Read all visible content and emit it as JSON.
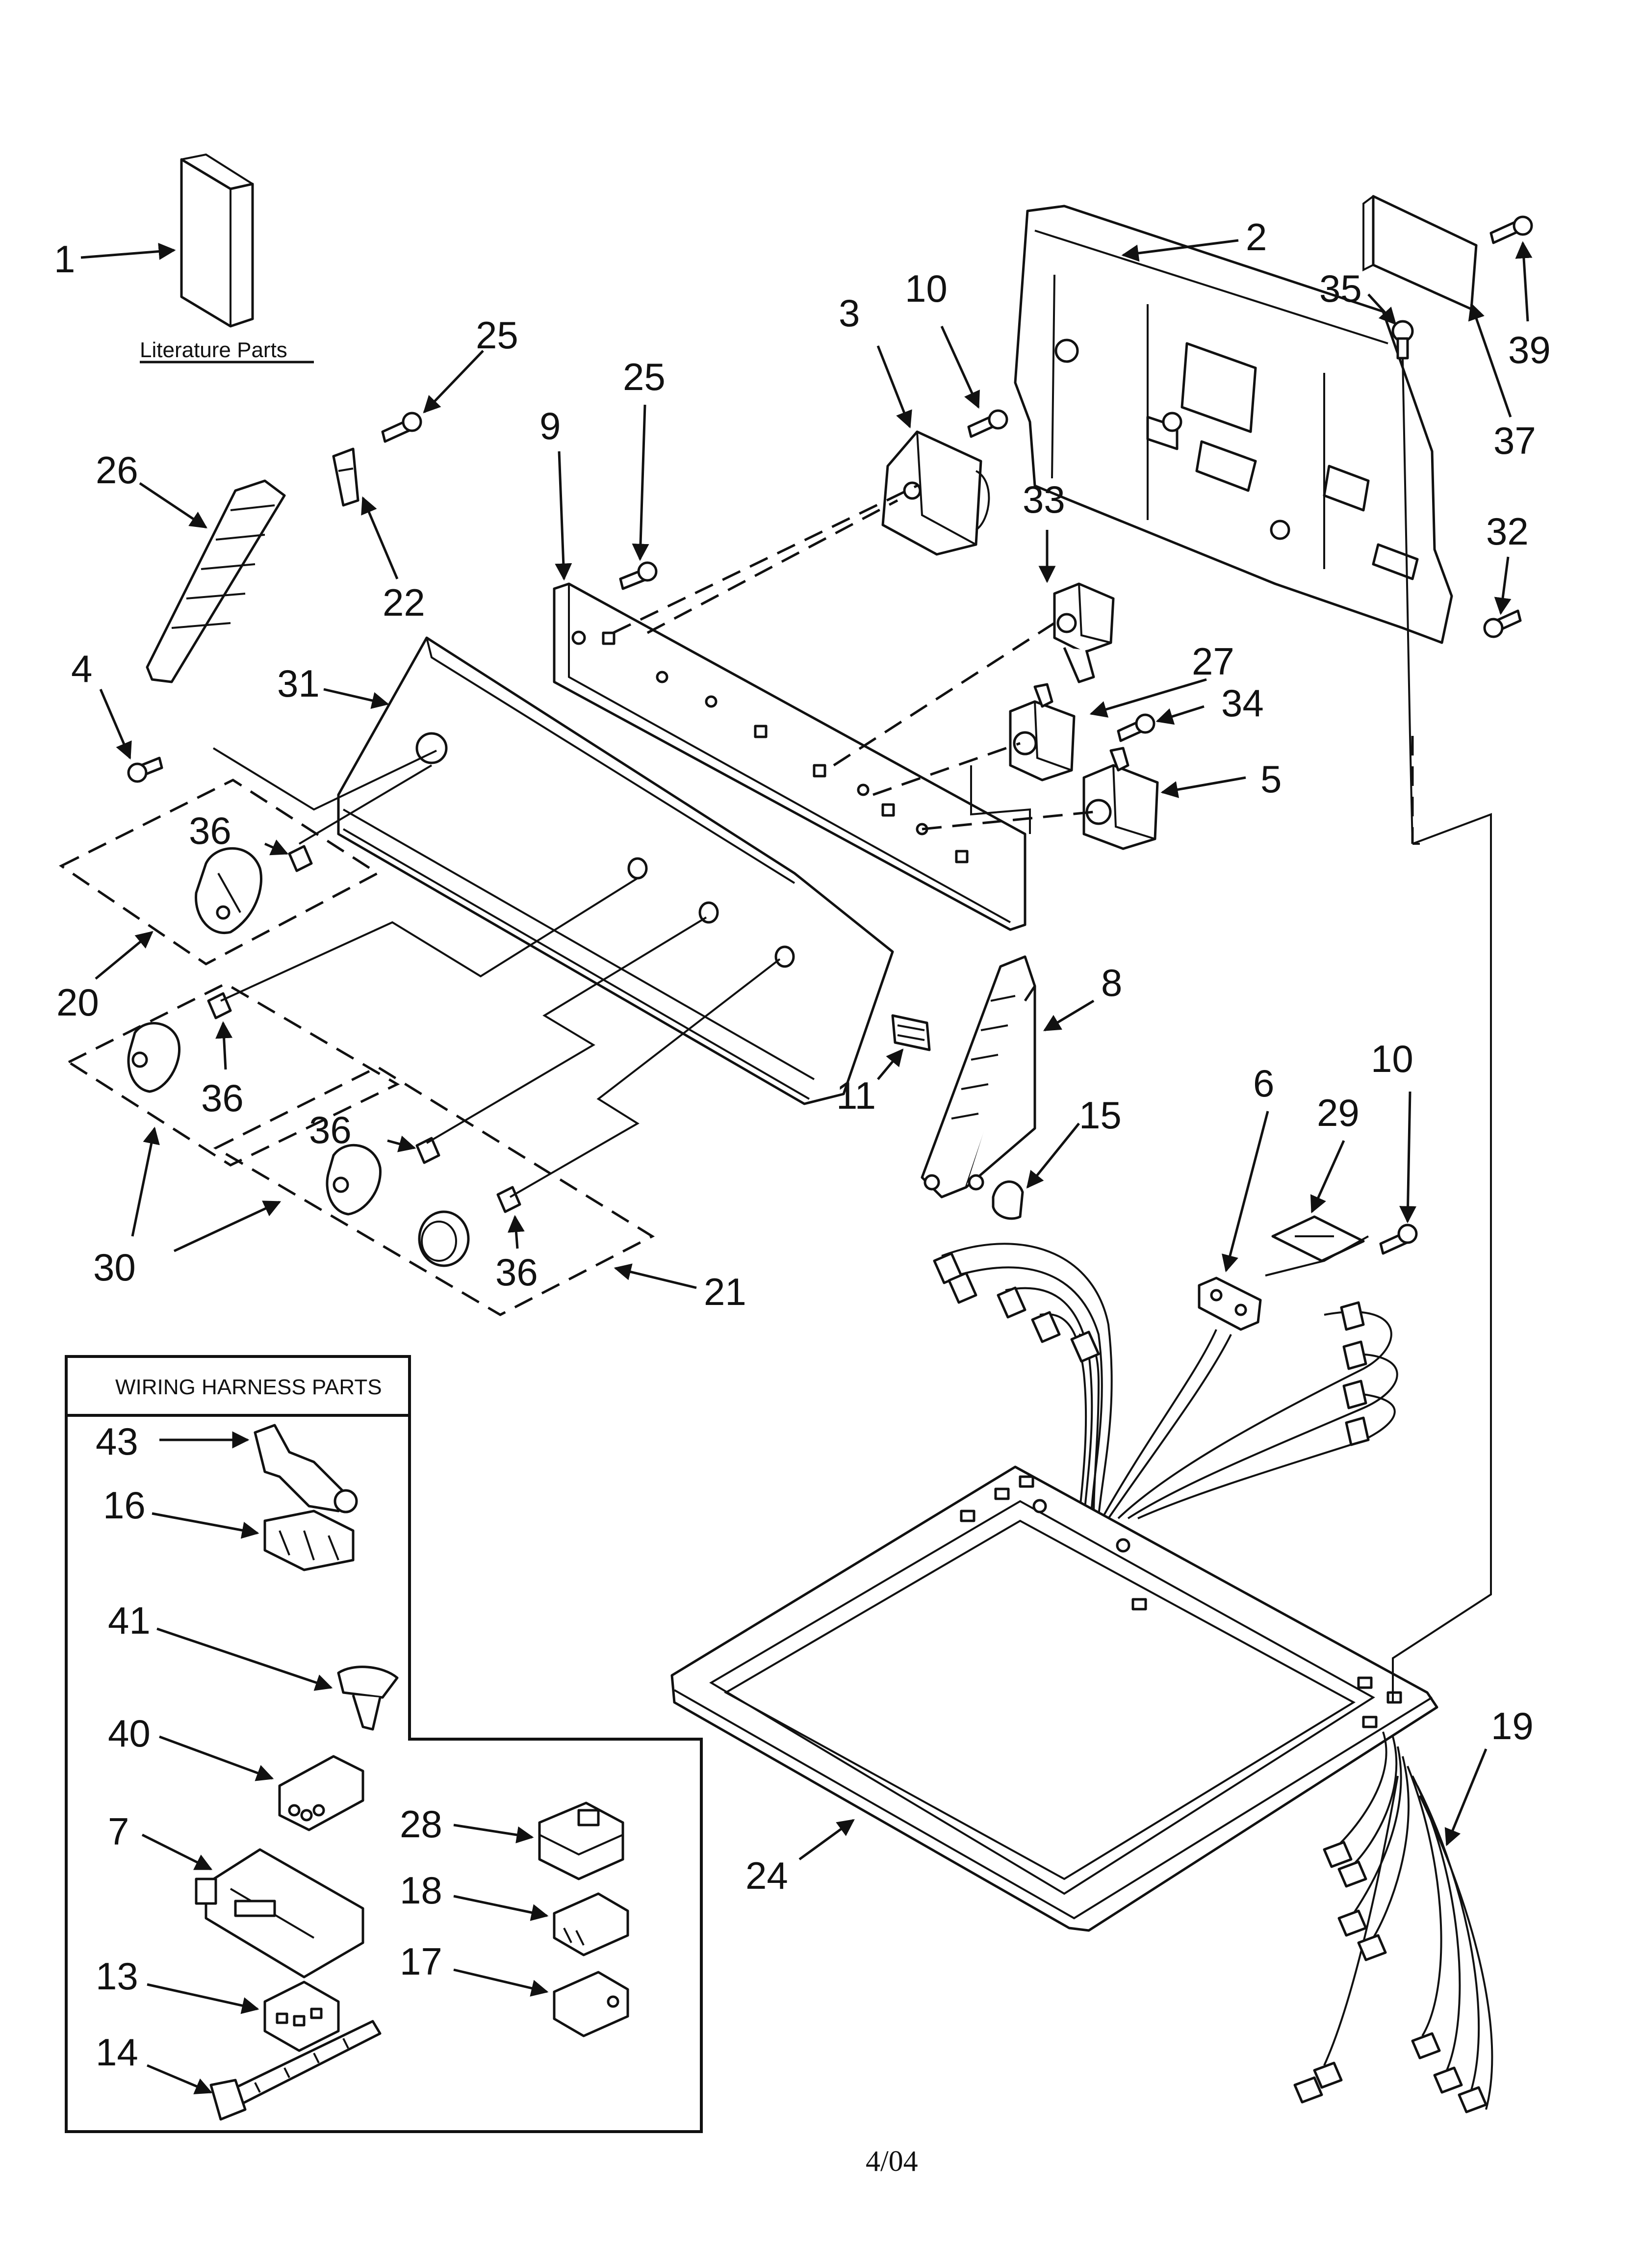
{
  "literature_label": "Literature Parts",
  "wiring_box_title": "WIRING HARNESS PARTS",
  "footer_date": "4/04",
  "callouts": {
    "c1": "1",
    "c2": "2",
    "c3": "3",
    "c4": "4",
    "c5": "5",
    "c6": "6",
    "c7": "7",
    "c8": "8",
    "c9": "9",
    "c10a": "10",
    "c10b": "10",
    "c11": "11",
    "c13": "13",
    "c14": "14",
    "c15": "15",
    "c16": "16",
    "c17": "17",
    "c18": "18",
    "c19": "19",
    "c20": "20",
    "c21": "21",
    "c22": "22",
    "c24": "24",
    "c25a": "25",
    "c25b": "25",
    "c26": "26",
    "c27": "27",
    "c28": "28",
    "c29": "29",
    "c30": "30",
    "c31": "31",
    "c32": "32",
    "c33": "33",
    "c34": "34",
    "c35": "35",
    "c36a": "36",
    "c36b": "36",
    "c36c": "36",
    "c36d": "36",
    "c37": "37",
    "c39": "39",
    "c40": "40",
    "c41": "41",
    "c43": "43"
  }
}
